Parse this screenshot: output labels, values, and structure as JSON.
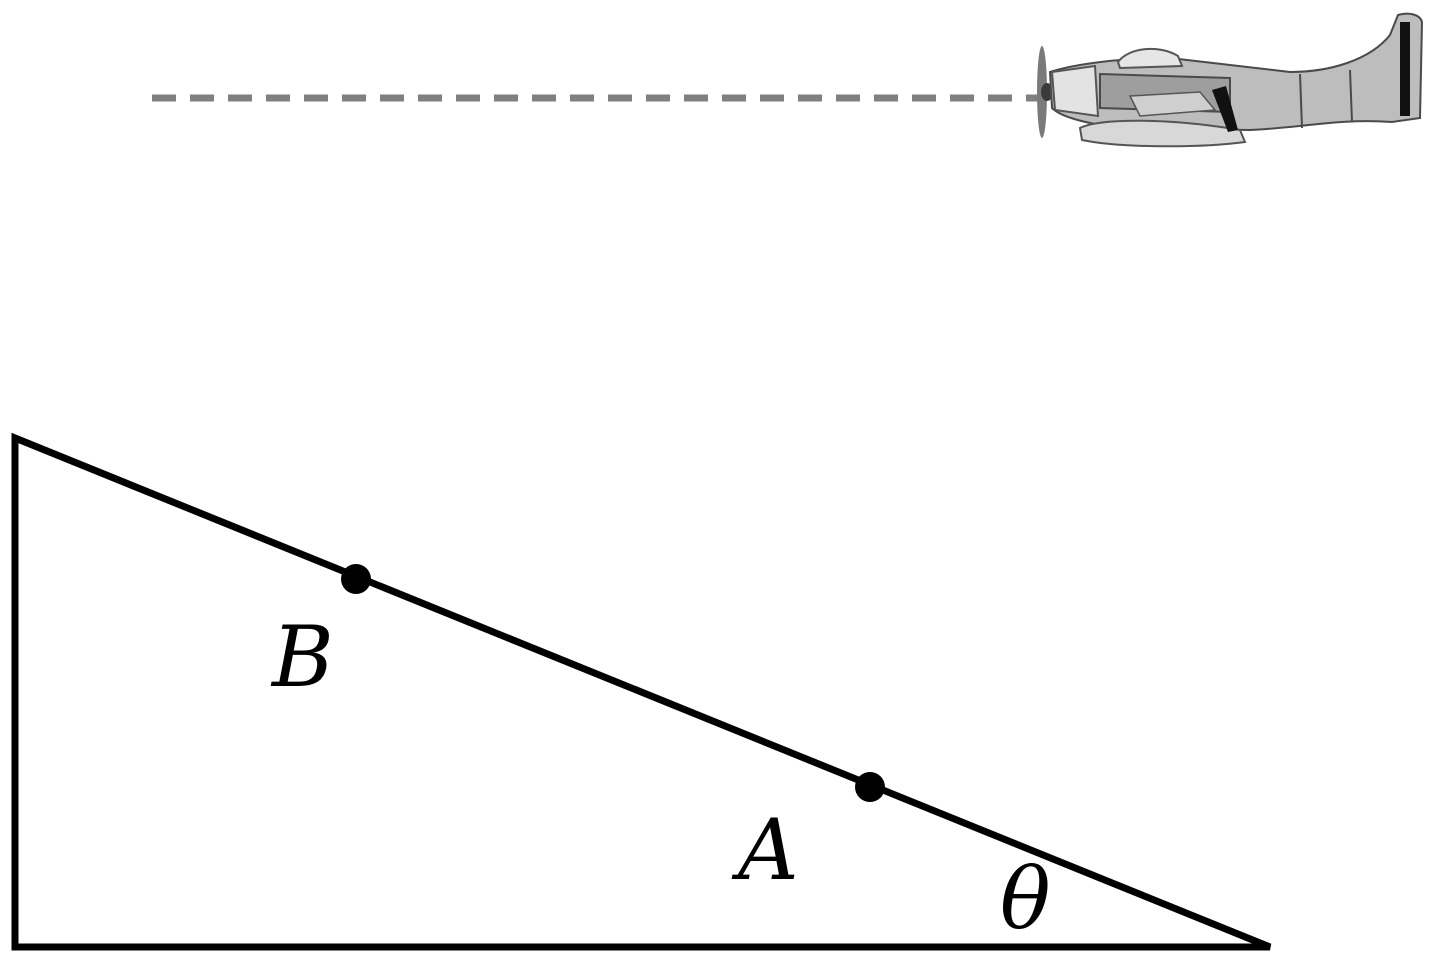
{
  "colors": {
    "background": "#ffffff",
    "line": "#000000",
    "flight_path": "#808080",
    "plane_light": "#d9d9d9",
    "plane_mid": "#a6a6a6",
    "plane_dark": "#5a5a5a"
  },
  "labels": {
    "point_b": "B",
    "point_a": "A",
    "angle": "θ"
  },
  "icons": {
    "airplane": "propeller-airplane-icon"
  }
}
